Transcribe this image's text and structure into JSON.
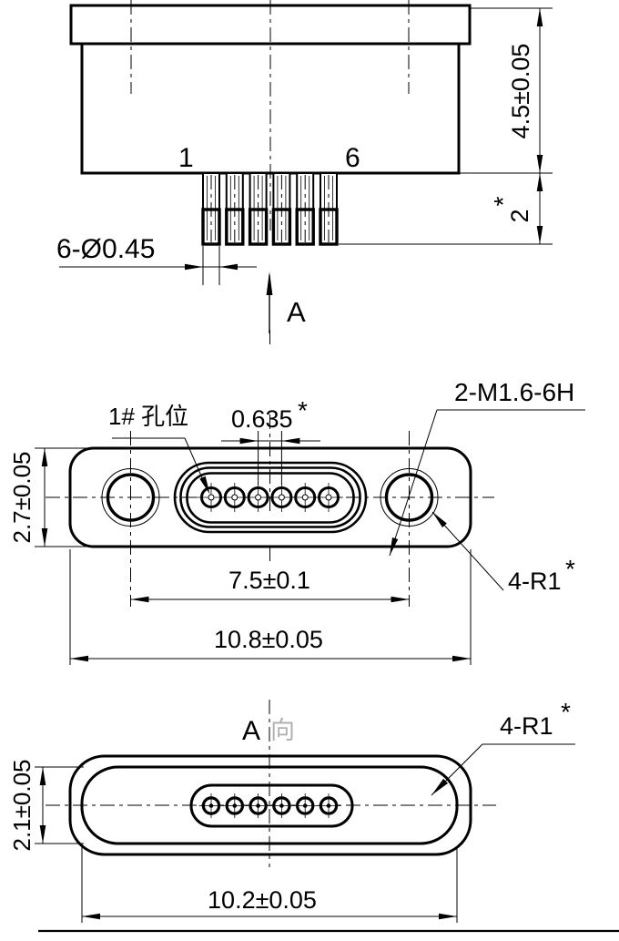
{
  "background": "#ffffff",
  "line_color": "#000000",
  "side_view": {
    "pin1_label": "1",
    "pin6_label": "6",
    "height_dim": "4.5±0.05",
    "pin_length_dim": "2",
    "pin_length_note": "*",
    "pin_diameter_dim": "6-Ø0.45",
    "section_arrow_label": "A"
  },
  "front_view": {
    "first_hole_label": "1# 孔位",
    "pitch_dim": "0.635",
    "pitch_note": "*",
    "thread_spec": "2-M1.6-6H",
    "corner_radius_dim": "4-R1",
    "corner_radius_note": "*",
    "height_dim": "2.7±0.05",
    "hole_span_dim": "7.5±0.1",
    "width_dim": "10.8±0.05"
  },
  "back_view": {
    "view_label": "A",
    "view_label_suffix": "向",
    "corner_radius_dim": "4-R1",
    "corner_radius_note": "*",
    "height_dim": "2.1±0.05",
    "width_dim": "10.2±0.05"
  }
}
